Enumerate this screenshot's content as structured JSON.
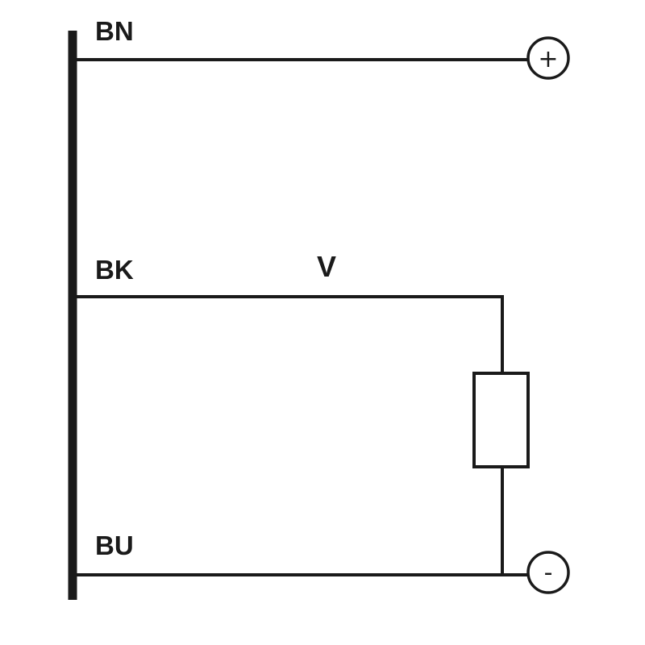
{
  "labels": {
    "bn": "BN",
    "bk": "BK",
    "bu": "BU",
    "output": "V"
  },
  "terminals": {
    "positive": "+",
    "negative": "-"
  },
  "icons": {
    "positive_terminal": "positive-terminal-icon",
    "negative_terminal": "negative-terminal-icon",
    "load": "resistor-icon"
  },
  "colors": {
    "line": "#1a1a1a",
    "background": "#ffffff"
  }
}
